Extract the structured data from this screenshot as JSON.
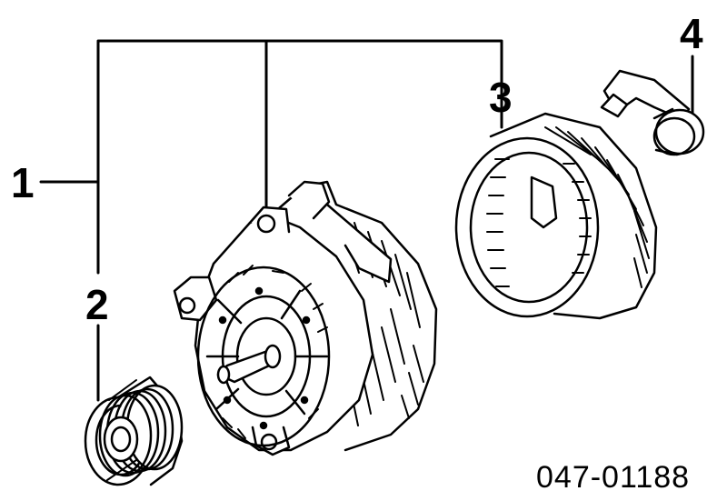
{
  "callouts": {
    "c1": "1",
    "c2": "2",
    "c3": "3",
    "c4": "4"
  },
  "part_number": "047-01188",
  "parts": [
    {
      "callout": "1",
      "name": "alternator-assembly-icon"
    },
    {
      "callout": "2",
      "name": "pulley-icon"
    },
    {
      "callout": "3",
      "name": "fan-cover-icon"
    },
    {
      "callout": "4",
      "name": "regulator-clip-icon"
    }
  ],
  "colors": {
    "line": "#000000",
    "background": "#ffffff"
  }
}
